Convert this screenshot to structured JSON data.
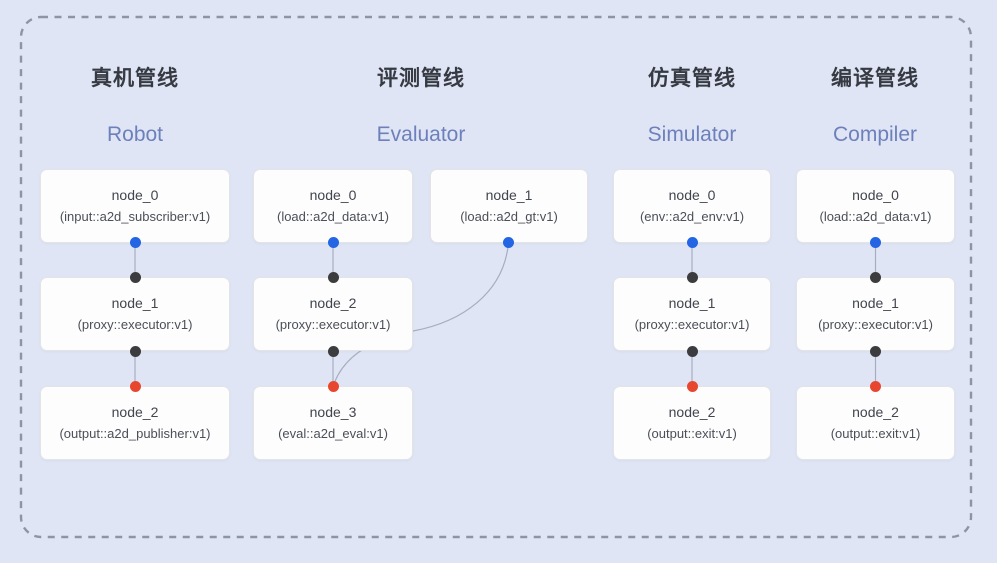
{
  "diagram_title": "pipeline-architecture-diagram",
  "pipelines": [
    {
      "title_zh": "真机管线",
      "title_en": "Robot",
      "nodes": [
        {
          "name": "node_0",
          "type": "(input::a2d_subscriber:v1)"
        },
        {
          "name": "node_1",
          "type": "(proxy::executor:v1)"
        },
        {
          "name": "node_2",
          "type": "(output::a2d_publisher:v1)"
        }
      ]
    },
    {
      "title_zh": "评测管线",
      "title_en": "Evaluator",
      "nodes": [
        {
          "name": "node_0",
          "type": "(load::a2d_data:v1)"
        },
        {
          "name": "node_1",
          "type": "(load::a2d_gt:v1)"
        },
        {
          "name": "node_2",
          "type": "(proxy::executor:v1)"
        },
        {
          "name": "node_3",
          "type": "(eval::a2d_eval:v1)"
        }
      ]
    },
    {
      "title_zh": "仿真管线",
      "title_en": "Simulator",
      "nodes": [
        {
          "name": "node_0",
          "type": "(env::a2d_env:v1)"
        },
        {
          "name": "node_1",
          "type": "(proxy::executor:v1)"
        },
        {
          "name": "node_2",
          "type": "(output::exit:v1)"
        }
      ]
    },
    {
      "title_zh": "编译管线",
      "title_en": "Compiler",
      "nodes": [
        {
          "name": "node_0",
          "type": "(load::a2d_data:v1)"
        },
        {
          "name": "node_1",
          "type": "(proxy::executor:v1)"
        },
        {
          "name": "node_2",
          "type": "(output::exit:v1)"
        }
      ]
    }
  ],
  "colors": {
    "background": "#dfe5f4",
    "box_fill": "#fdfdfe",
    "box_border": "#e3e4e8",
    "dash_border": "#8e95a2",
    "edge": "#a6adc0",
    "title_zh": "#363a42",
    "title_en": "#6d80bb",
    "node_title": "#41454c",
    "node_type": "#4b4f57",
    "port_source": "#2365e3",
    "port_proxy": "#3c3c3e",
    "port_sink": "#e8472f"
  }
}
